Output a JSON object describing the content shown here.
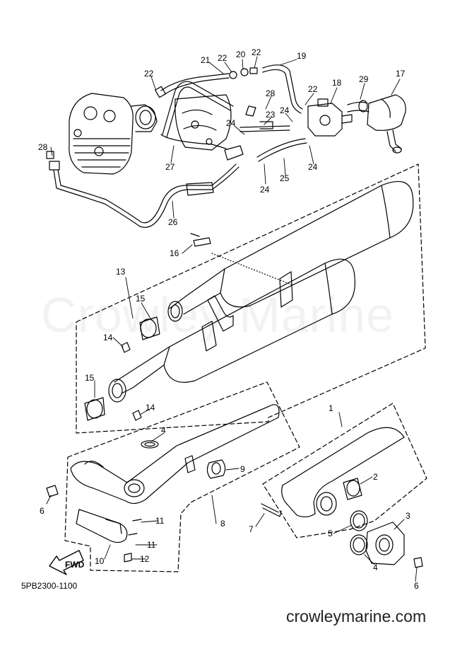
{
  "diagram": {
    "code": "5PB2300-1100",
    "watermark": "Crowley Marine",
    "site": "crowleymarine.com",
    "direction_label": "FWD"
  },
  "callouts": [
    {
      "id": "c1",
      "text": "1"
    },
    {
      "id": "c2",
      "text": "2"
    },
    {
      "id": "c3",
      "text": "3"
    },
    {
      "id": "c4a",
      "text": "4"
    },
    {
      "id": "c4b",
      "text": "4"
    },
    {
      "id": "c5",
      "text": "5"
    },
    {
      "id": "c6a",
      "text": "6"
    },
    {
      "id": "c6b",
      "text": "6"
    },
    {
      "id": "c7",
      "text": "7"
    },
    {
      "id": "c8",
      "text": "8"
    },
    {
      "id": "c9",
      "text": "9"
    },
    {
      "id": "c10",
      "text": "10"
    },
    {
      "id": "c11a",
      "text": "11"
    },
    {
      "id": "c11b",
      "text": "11"
    },
    {
      "id": "c12",
      "text": "12"
    },
    {
      "id": "c13",
      "text": "13"
    },
    {
      "id": "c14a",
      "text": "14"
    },
    {
      "id": "c14b",
      "text": "14"
    },
    {
      "id": "c15a",
      "text": "15"
    },
    {
      "id": "c15b",
      "text": "15"
    },
    {
      "id": "c16",
      "text": "16"
    },
    {
      "id": "c17",
      "text": "17"
    },
    {
      "id": "c18",
      "text": "18"
    },
    {
      "id": "c19",
      "text": "19"
    },
    {
      "id": "c20",
      "text": "20"
    },
    {
      "id": "c21",
      "text": "21"
    },
    {
      "id": "c22a",
      "text": "22"
    },
    {
      "id": "c22b",
      "text": "22"
    },
    {
      "id": "c22c",
      "text": "22"
    },
    {
      "id": "c22d",
      "text": "22"
    },
    {
      "id": "c23",
      "text": "23"
    },
    {
      "id": "c24a",
      "text": "24"
    },
    {
      "id": "c24b",
      "text": "24"
    },
    {
      "id": "c24c",
      "text": "24"
    },
    {
      "id": "c24d",
      "text": "24"
    },
    {
      "id": "c25",
      "text": "25"
    },
    {
      "id": "c26",
      "text": "26"
    },
    {
      "id": "c27",
      "text": "27"
    },
    {
      "id": "c28a",
      "text": "28"
    },
    {
      "id": "c28b",
      "text": "28"
    },
    {
      "id": "c29",
      "text": "29"
    }
  ]
}
